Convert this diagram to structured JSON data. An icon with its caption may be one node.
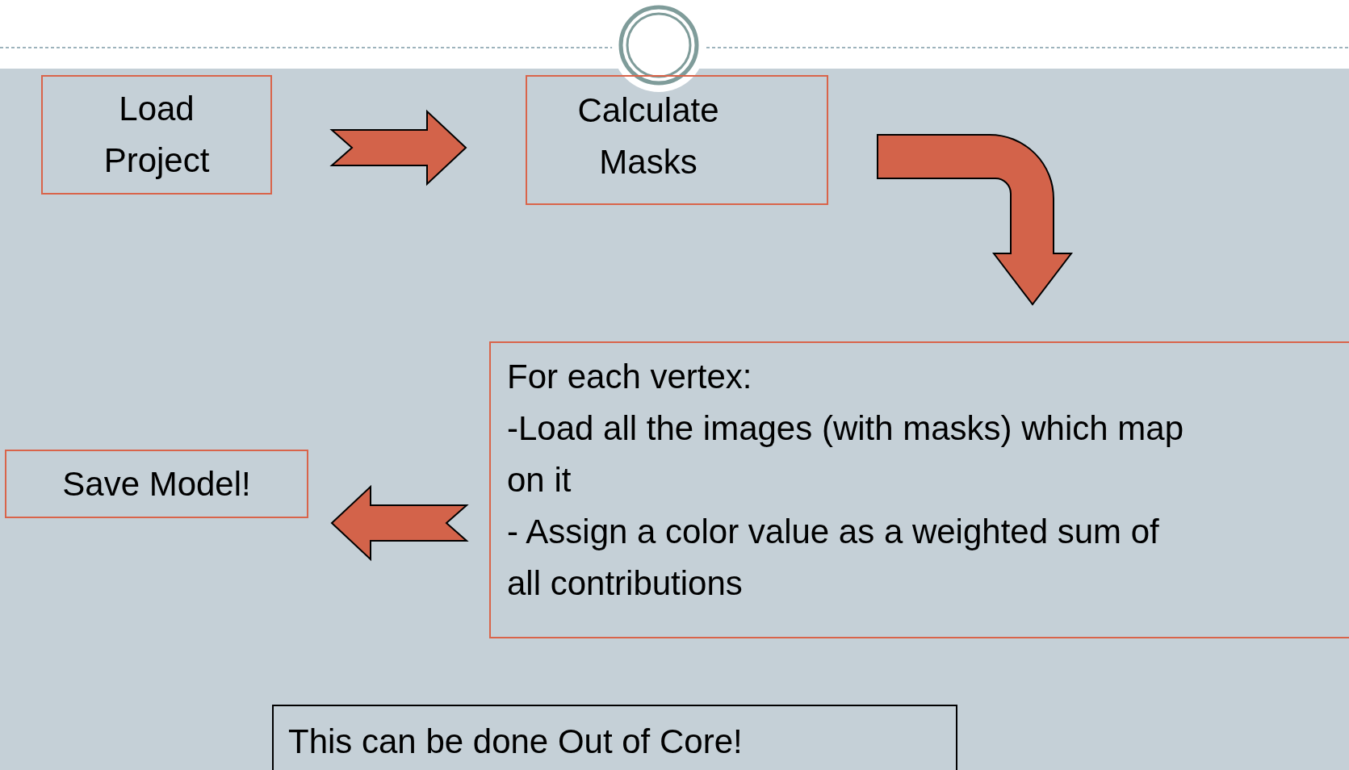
{
  "diagram": {
    "nodes": [
      {
        "text": [
          "Load Project"
        ]
      },
      {
        "text": [
          "Calculate Masks"
        ]
      },
      {
        "text": [
          "For each vertex:",
          "-Load all the images (with masks) which map on it",
          "- Assign a color value as a weighted sum of all contributions"
        ]
      },
      {
        "text": [
          "Save Model!"
        ]
      },
      {
        "text": [
          "This can be done Out of Core!"
        ]
      }
    ],
    "edges": [
      {
        "from": 0,
        "to": 1,
        "arrow": "to"
      },
      {
        "from": 1,
        "to": 2,
        "arrow": "to"
      },
      {
        "from": 2,
        "to": 3,
        "arrow": "to"
      }
    ]
  }
}
